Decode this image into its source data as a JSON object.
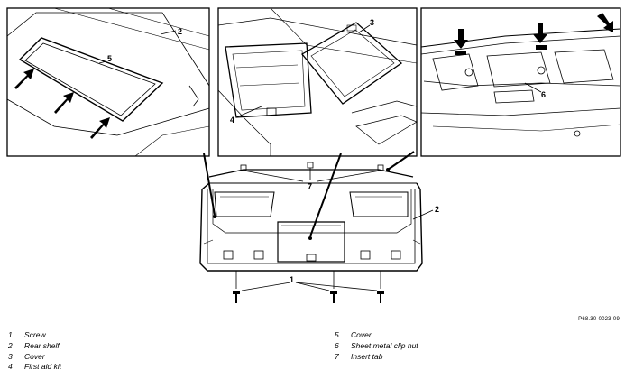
{
  "callouts": {
    "detail_left": "2",
    "detail_left_cover": "5",
    "detail_middle_cover": "3",
    "detail_middle_kit": "4",
    "detail_right_nut": "6",
    "main_tab": "7",
    "main_shelf": "2",
    "main_screws": "1"
  },
  "figure_ref": "P68.30-0023-09",
  "legend_left": [
    {
      "num": "1",
      "label": "Screw"
    },
    {
      "num": "2",
      "label": "Rear shelf"
    },
    {
      "num": "3",
      "label": "Cover"
    },
    {
      "num": "4",
      "label": "First aid kit"
    }
  ],
  "legend_right": [
    {
      "num": "5",
      "label": "Cover"
    },
    {
      "num": "6",
      "label": "Sheet metal clip nut"
    },
    {
      "num": "7",
      "label": "Insert tab"
    }
  ]
}
